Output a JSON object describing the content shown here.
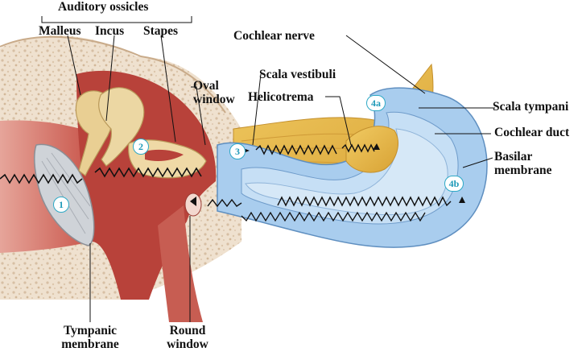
{
  "labels": {
    "auditory_ossicles": "Auditory ossicles",
    "malleus": "Malleus",
    "incus": "Incus",
    "stapes": "Stapes",
    "oval_window_1": "Oval",
    "oval_window_2": "window",
    "cochlear_nerve": "Cochlear nerve",
    "scala_vestibuli": "Scala vestibuli",
    "helicotrema": "Helicotrema",
    "scala_tympani": "Scala tympani",
    "cochlear_duct": "Cochlear duct",
    "basilar_membrane_1": "Basilar",
    "basilar_membrane_2": "membrane",
    "tympanic_membrane_1": "Tympanic",
    "tympanic_membrane_2": "membrane",
    "round_window_1": "Round",
    "round_window_2": "window"
  },
  "steps": {
    "s1": "1",
    "s2": "2",
    "s3": "3",
    "s4a": "4a",
    "s4b": "4b"
  },
  "colors": {
    "bone": "#efe1cf",
    "bone_spots": "#d7bfa4",
    "middle_ear": "#b8423a",
    "ear_canal": "#d98a80",
    "cochlea_fluid": "#a9cdee",
    "cochlear_duct": "#d6e8f7",
    "nerve": "#e7b848",
    "ossicles": "#e9cf93",
    "step_badge": "#2ea9c6"
  }
}
